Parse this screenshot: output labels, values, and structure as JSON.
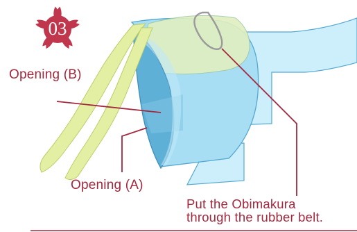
{
  "step": {
    "number": "03"
  },
  "labels": {
    "opening_b": "Opening (B)",
    "opening_a": "Opening (A)"
  },
  "caption": {
    "line1": "Put the Obimakura",
    "line2": "through the rubber belt."
  },
  "colors": {
    "accent": "#a3283d",
    "badge": "#c0374d",
    "fabric_light": "#cdeefb",
    "fabric_mid": "#9fdcf4",
    "fabric_dark": "#55a9d0",
    "cord_yellow": "#e2efa0"
  }
}
